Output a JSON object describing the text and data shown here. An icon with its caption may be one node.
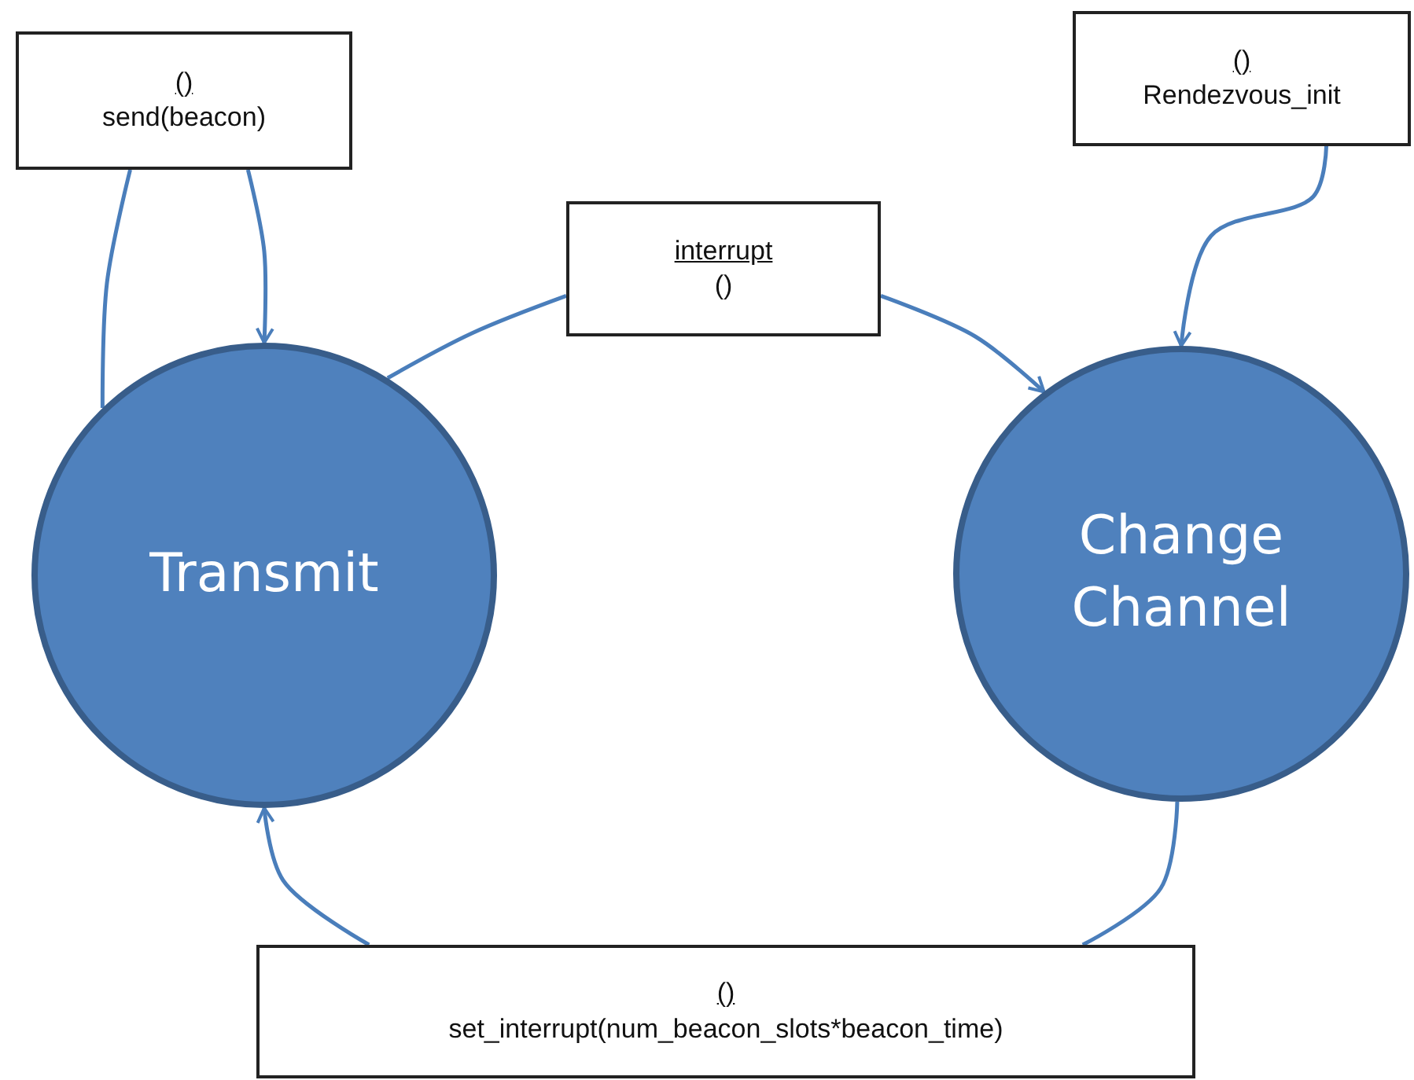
{
  "diagram": {
    "nodes": [
      {
        "text": [
          "Transmit"
        ]
      },
      {
        "text": [
          "Change Channel"
        ]
      },
      {
        "text": [
          "()",
          "send(beacon)"
        ]
      },
      {
        "text": [
          "interrupt",
          "()"
        ]
      },
      {
        "text": [
          "()",
          "Rendezvous_init"
        ]
      },
      {
        "text": [
          "()",
          "set_interrupt(num_beacon_slots*beacon_time)"
        ]
      }
    ],
    "edges": [
      {
        "from": 0,
        "to": 2,
        "arrow": "none"
      },
      {
        "from": 2,
        "to": 0,
        "arrow": "to"
      },
      {
        "from": 0,
        "to": 3,
        "arrow": "none"
      },
      {
        "from": 3,
        "to": 1,
        "arrow": "to"
      },
      {
        "from": 4,
        "to": 1,
        "arrow": "to"
      },
      {
        "from": 1,
        "to": 5,
        "arrow": "none"
      },
      {
        "from": 5,
        "to": 0,
        "arrow": "to"
      }
    ]
  }
}
